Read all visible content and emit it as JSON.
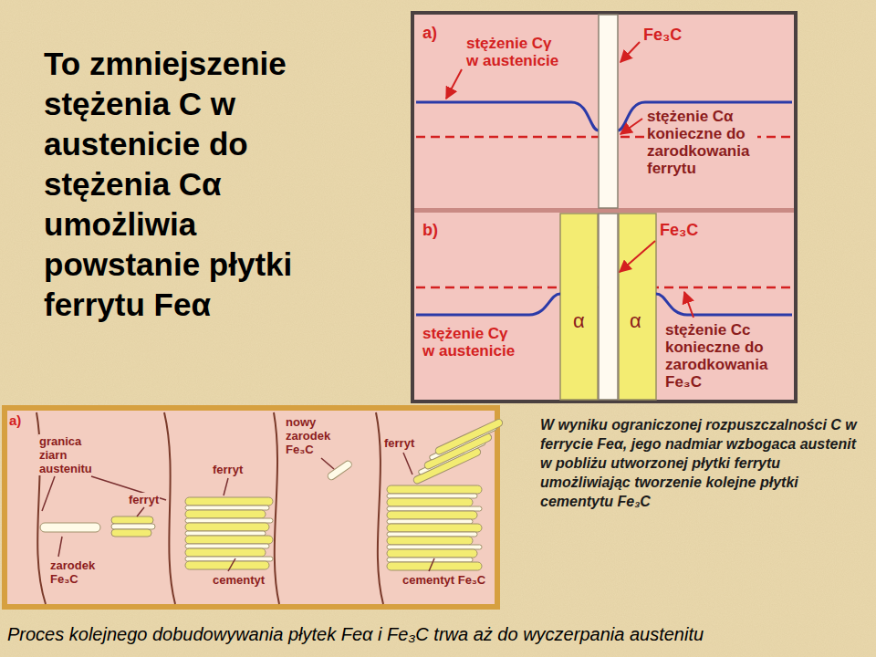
{
  "diagram": {
    "title": "To zmniejszenie stężenia C w austenicie do stężenia Cα umożliwia powstanie płytki ferrytu Feα",
    "caption": "Proces kolejnego dobudowywania płytek Feα i Fe₃C trwa aż do wyczerpania austenitu",
    "labels": [
      "a)",
      "stężenie Cγ w austenicie",
      "Fe₃C",
      "stężenie Cα konieczne do zarodkowania ferrytu",
      "b)",
      "Fe₃C",
      "α",
      "α",
      "stężenie Cγ w austenicie",
      "stężenie Cc konieczne do zarodkowania Fe₃C",
      "a)",
      "granica ziarn austenitu",
      "ferryt",
      "zarodek Fe₃C",
      "ferryt",
      "nowy zarodek Fe₃C",
      "cementyt",
      "ferryt",
      "cementyt Fe₃C",
      "W wyniku ograniczonej rozpuszczalności C w ferrycie Feα, jego nadmiar wzbogaca austenit w pobliżu utworzonej płytki ferrytu umożliwiając tworzenie kolejne płytki cementytu Fe₃C"
    ]
  }
}
